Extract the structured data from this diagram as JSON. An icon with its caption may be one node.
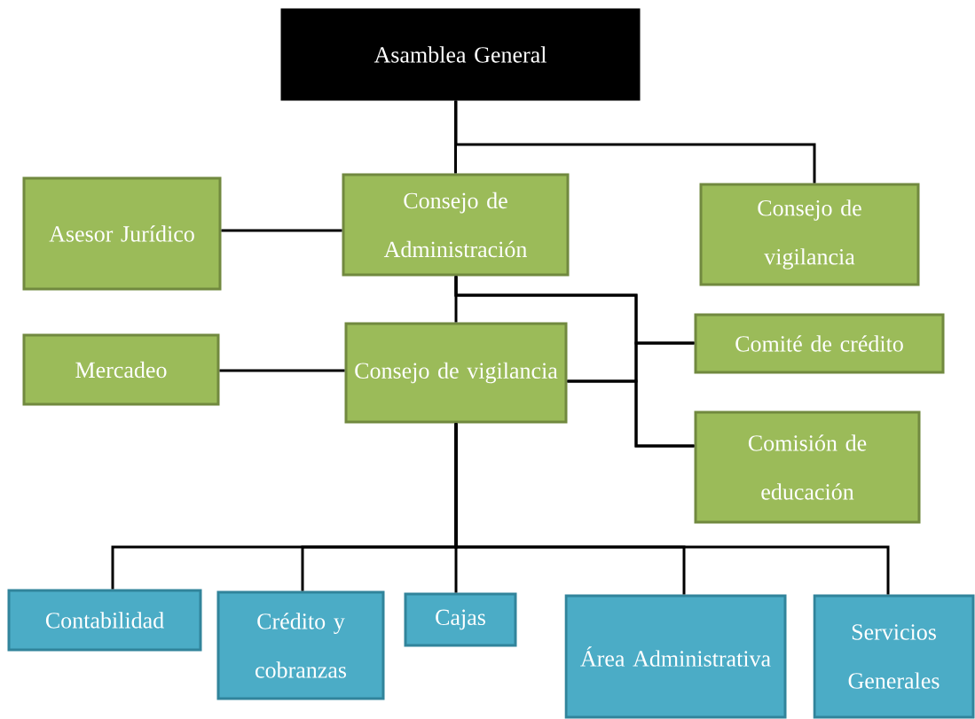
{
  "diagram": {
    "nodes": [
      {
        "text": [
          "Asamblea General"
        ]
      },
      {
        "text": [
          "Asesor Jurídico"
        ]
      },
      {
        "text": [
          "Consejo de Administración"
        ]
      },
      {
        "text": [
          "Consejo de vigilancia"
        ]
      },
      {
        "text": [
          "Mercadeo"
        ]
      },
      {
        "text": [
          "Consejo de vigilancia"
        ]
      },
      {
        "text": [
          "Comité de crédito"
        ]
      },
      {
        "text": [
          "Comisión de educación"
        ]
      },
      {
        "text": [
          "Contabilidad"
        ]
      },
      {
        "text": [
          "Crédito y cobranzas"
        ]
      },
      {
        "text": [
          "Cajas"
        ]
      },
      {
        "text": [
          "Área Administrativa"
        ]
      },
      {
        "text": [
          "Servicios Generales"
        ]
      }
    ],
    "edges": [
      {
        "from": 0,
        "to": 2,
        "arrow": "none"
      },
      {
        "from": 0,
        "to": 3,
        "arrow": "none"
      },
      {
        "from": 1,
        "to": 2,
        "arrow": "none"
      },
      {
        "from": 2,
        "to": 5,
        "arrow": "none"
      },
      {
        "from": 2,
        "to": 6,
        "arrow": "none"
      },
      {
        "from": 2,
        "to": 7,
        "arrow": "none"
      },
      {
        "from": 4,
        "to": 5,
        "arrow": "none"
      },
      {
        "from": 5,
        "to": 6,
        "arrow": "none"
      },
      {
        "from": 5,
        "to": 7,
        "arrow": "none"
      },
      {
        "from": 5,
        "to": 8,
        "arrow": "none"
      },
      {
        "from": 5,
        "to": 9,
        "arrow": "none"
      },
      {
        "from": 5,
        "to": 10,
        "arrow": "none"
      },
      {
        "from": 5,
        "to": 11,
        "arrow": "none"
      },
      {
        "from": 5,
        "to": 12,
        "arrow": "none"
      }
    ]
  }
}
